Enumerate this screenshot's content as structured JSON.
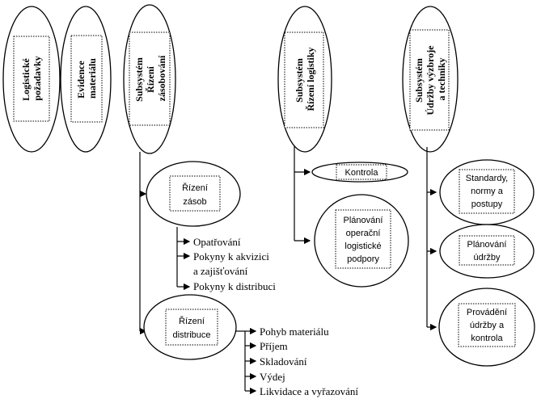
{
  "top_nodes": [
    {
      "id": "logisticke-pozadavky",
      "lines": [
        "Logistické",
        "požadavky"
      ]
    },
    {
      "id": "evidence-materialu",
      "lines": [
        "Evidence",
        "materiálu"
      ]
    },
    {
      "id": "subsystem-rizeni-zasobovani",
      "lines": [
        "Subsystém",
        "Řízení",
        "zásobování"
      ]
    },
    {
      "id": "subsystem-rizeni-logistiky",
      "lines": [
        "Subsystém",
        "Řízení logistiky"
      ]
    },
    {
      "id": "subsystem-udrzby",
      "lines": [
        "Subsystém",
        "Údržby výzbroje",
        "a techniky"
      ]
    }
  ],
  "zasobovani": {
    "rizeni_zasob": [
      "Řízení",
      "zásob"
    ],
    "zasob_items": [
      "Opatřování",
      "Pokyny k akvizici",
      "a zajišťování",
      "Pokyny k distribuci"
    ],
    "rizeni_distribuce": [
      "Řízení",
      "distribuce"
    ],
    "distribuce_items": [
      "Pohyb materiálu",
      "Příjem",
      "Skladování",
      "Výdej",
      "Likvidace a vyřazování"
    ]
  },
  "logistika": {
    "kontrola": "Kontrola",
    "planovani": [
      "Plánování",
      "operační",
      "logistické",
      "podpory"
    ]
  },
  "udrzba": {
    "standardy": [
      "Standardy,",
      "normy a",
      "postupy"
    ],
    "planovani_udrzby": [
      "Plánování",
      "údržby"
    ],
    "provadeni": [
      "Provádění",
      "údržby a",
      "kontrola"
    ]
  }
}
